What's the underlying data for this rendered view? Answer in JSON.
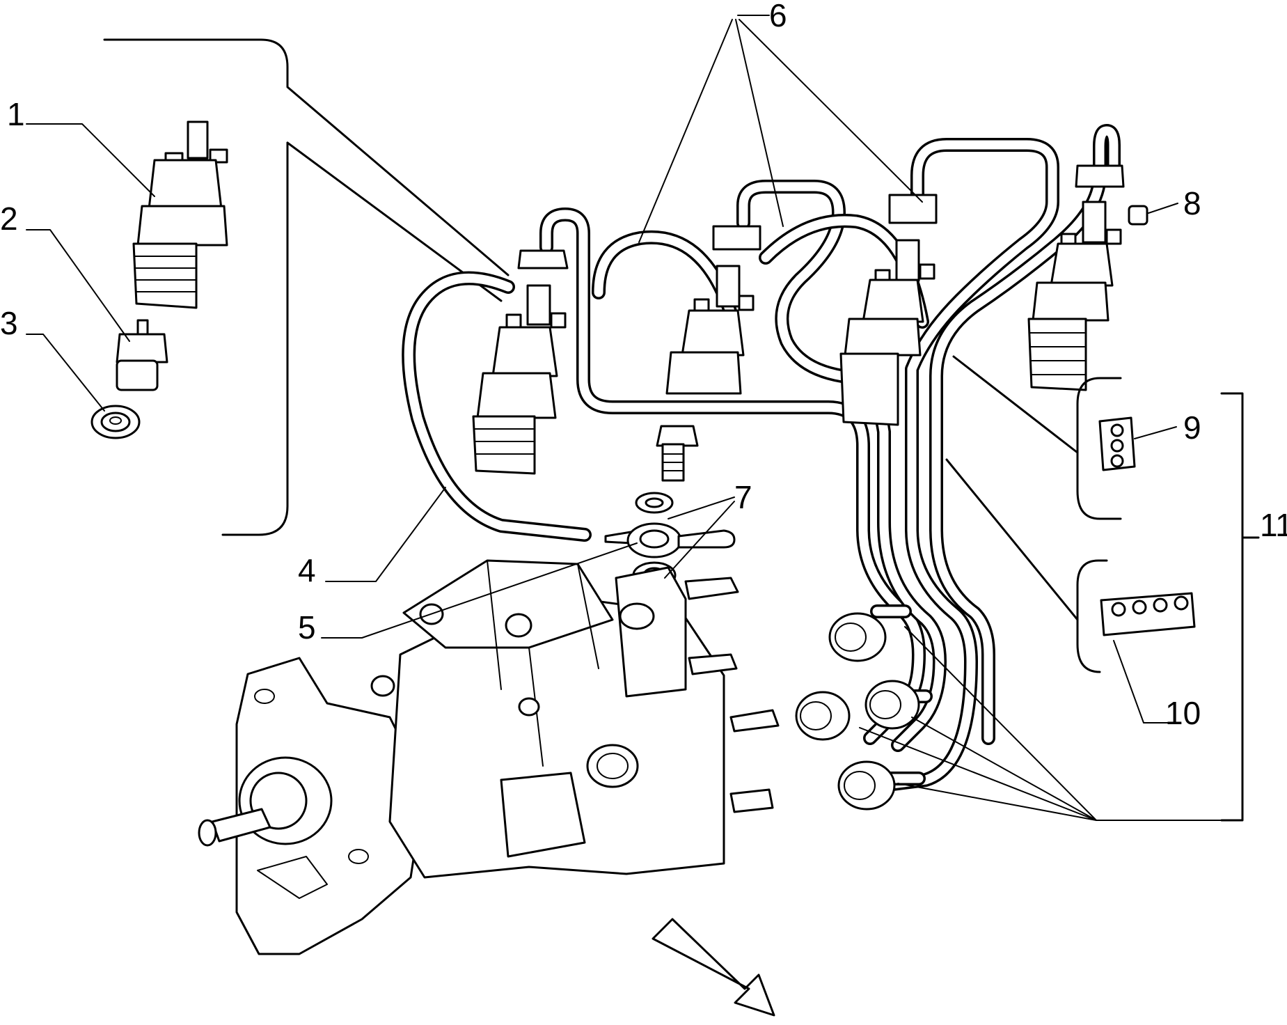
{
  "callouts": {
    "c1": "1",
    "c2": "2",
    "c3": "3",
    "c4": "4",
    "c5": "5",
    "c6": "6",
    "c7": "7",
    "c8": "8",
    "c9": "9",
    "c10": "10",
    "c11": "11"
  },
  "colors": {
    "ink": "#000000",
    "paper": "#ffffff"
  },
  "icons": {
    "direction": "arrow-down-right-icon"
  }
}
